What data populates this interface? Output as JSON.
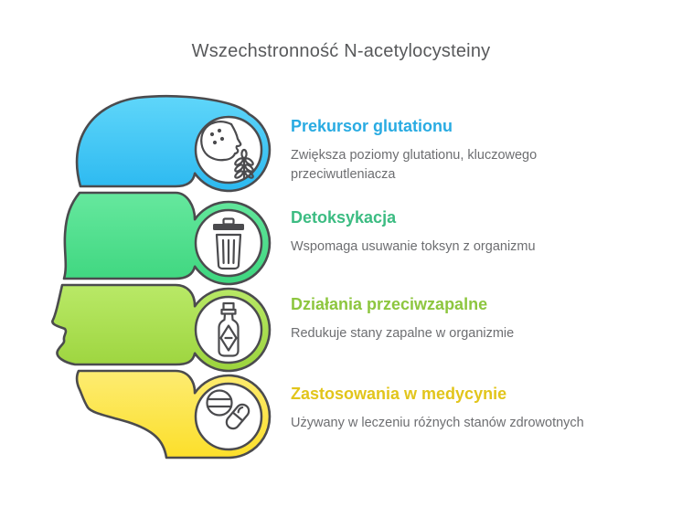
{
  "title": "Wszechstronność N-acetylocysteiny",
  "sections": [
    {
      "heading": "Prekursor glutationu",
      "body": "Zwiększa poziomy glutationu, kluczowego przeciwutleniacza",
      "heading_color": "#29abe2",
      "band_top": "#5fd6fa",
      "band_bottom": "#2cb9f0",
      "icon": "brain-wheat-icon"
    },
    {
      "heading": "Detoksykacja",
      "body": "Wspomaga usuwanie toksyn z organizmu",
      "heading_color": "#3cbc82",
      "band_top": "#66e89e",
      "band_bottom": "#3ed67f",
      "icon": "trash-icon"
    },
    {
      "heading": "Działania przeciwzapalne",
      "body": "Redukuje stany zapalne w organizmie",
      "heading_color": "#8dc63f",
      "band_top": "#b9e967",
      "band_bottom": "#9cd43d",
      "icon": "sauce-bottle-icon"
    },
    {
      "heading": "Zastosowania w medycynie",
      "body": "Używany w leczeniu różnych stanów zdrowotnych",
      "heading_color": "#e2c51b",
      "band_top": "#fdec72",
      "band_bottom": "#fcdf2a",
      "icon": "pills-icon"
    }
  ],
  "style": {
    "title_color": "#58595b",
    "body_text_color": "#6d6e71",
    "outline_color": "#4b4b4e",
    "background": "#ffffff"
  }
}
